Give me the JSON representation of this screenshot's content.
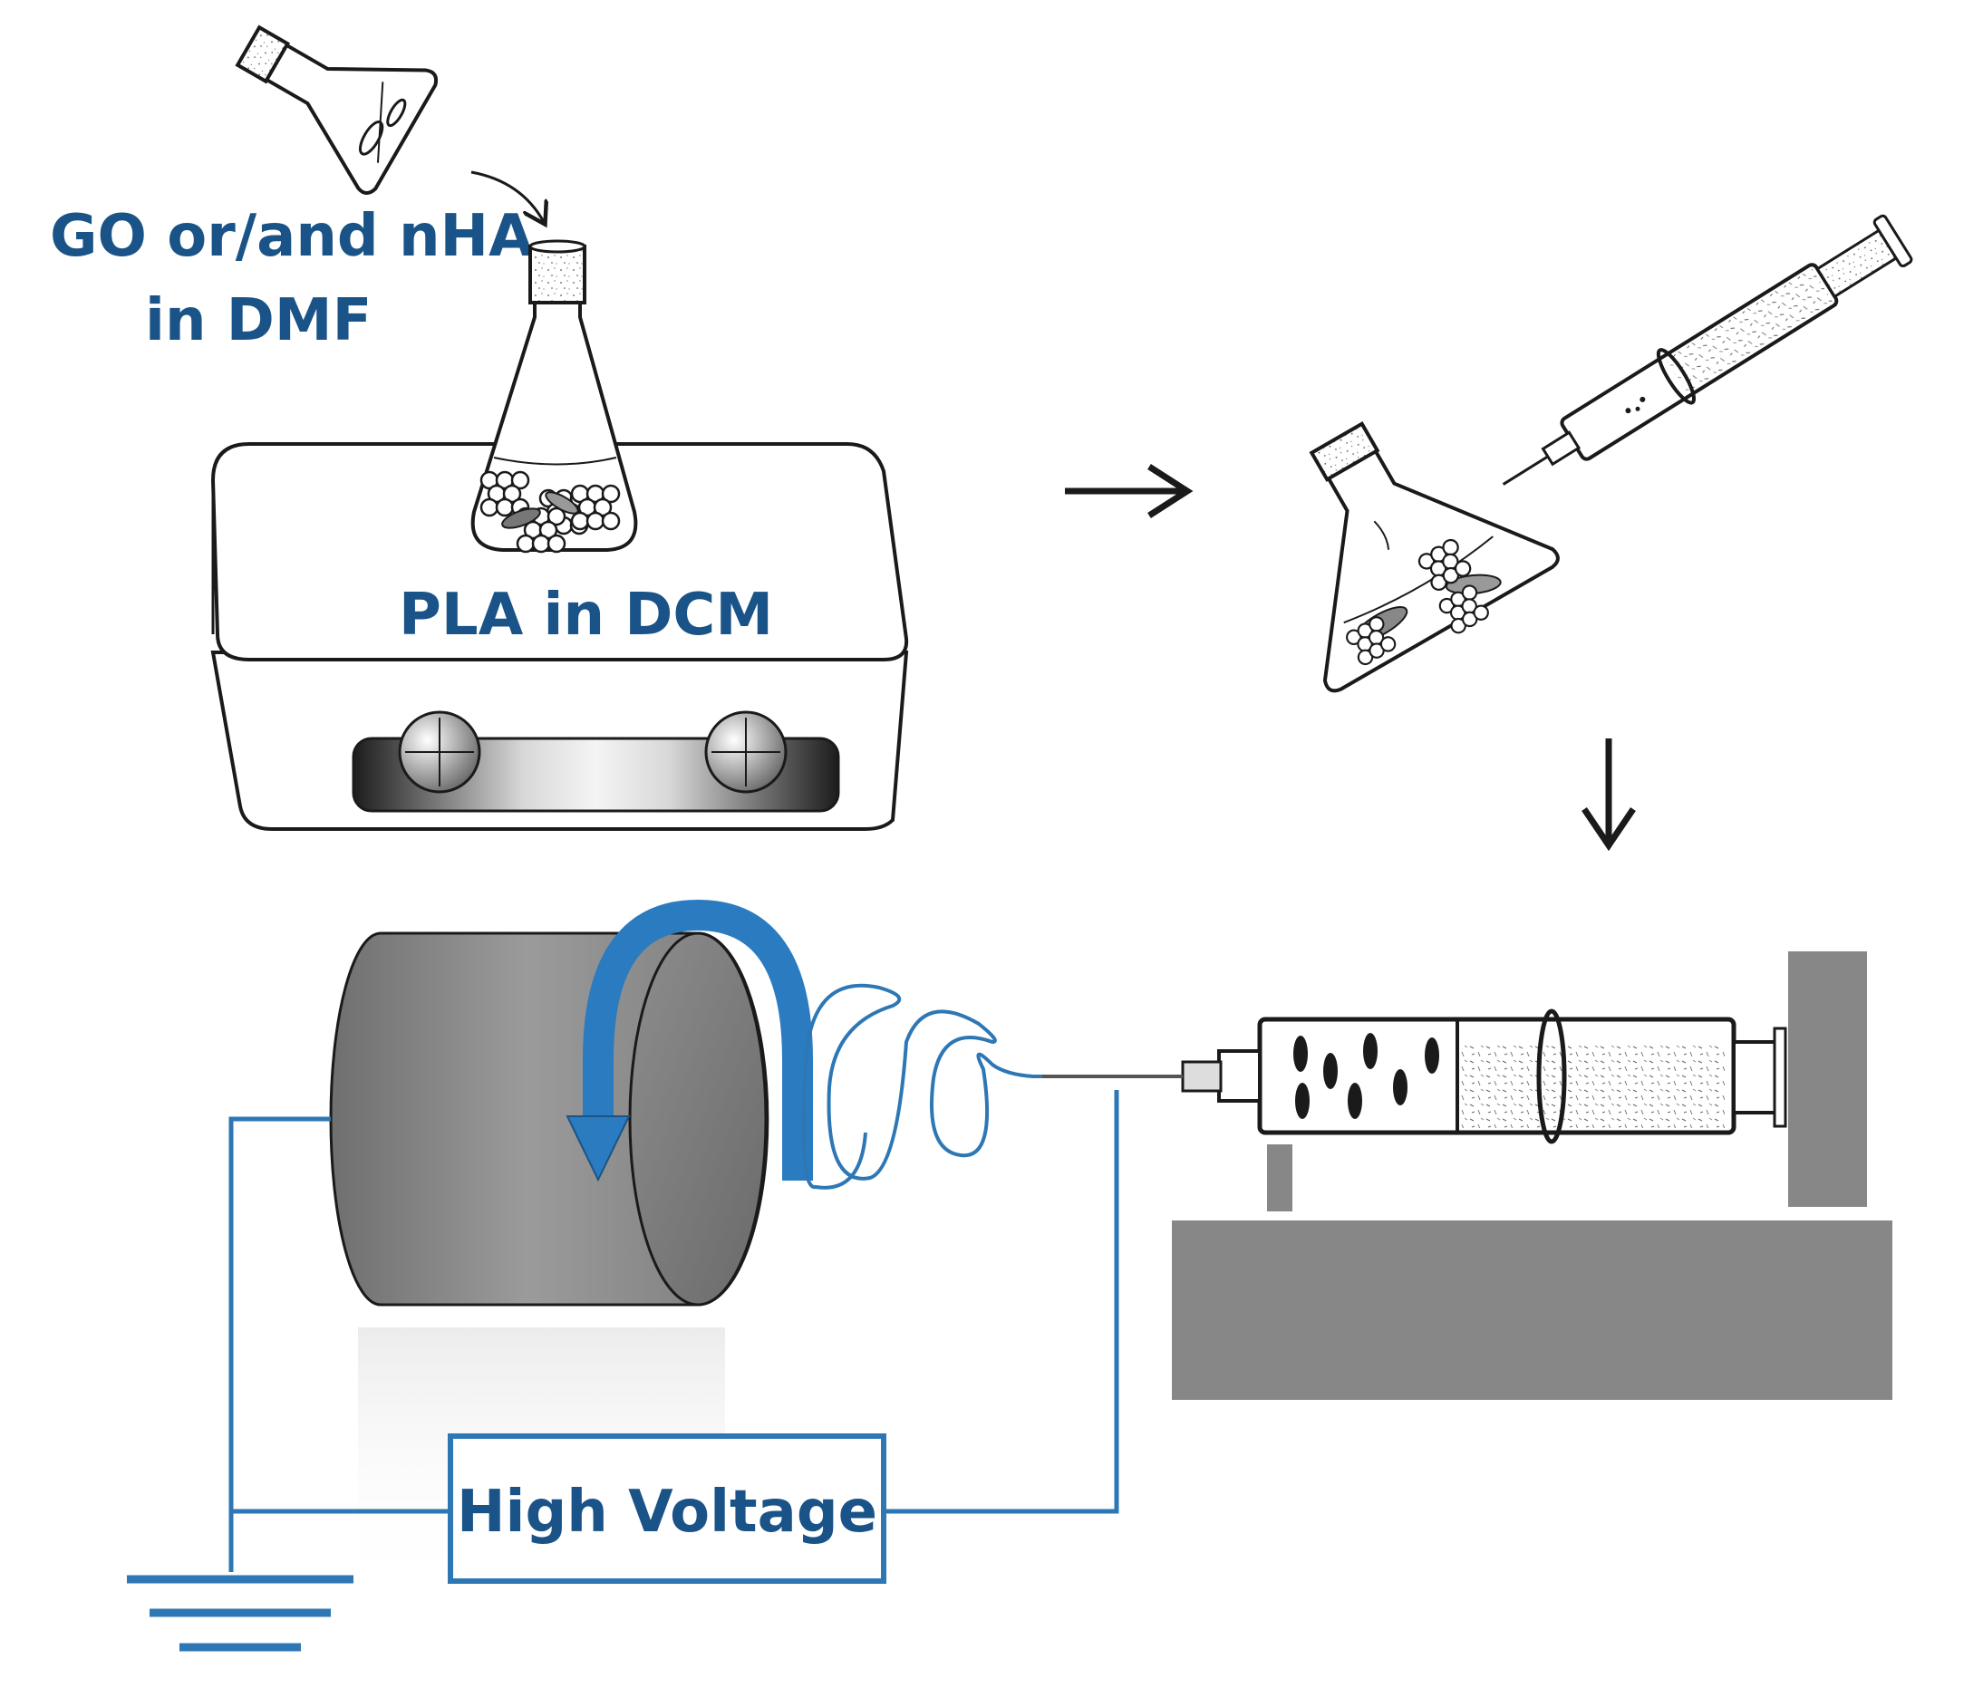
{
  "labels": {
    "additive_line1": "GO or/and nHA",
    "additive_line2": "in DMF",
    "polymer_solution": "PLA in DCM",
    "power_supply": "High Voltage"
  },
  "colors": {
    "label_blue": "#1a5387",
    "wire_blue": "#2e77b5",
    "arrow_blue": "#2a7bc0",
    "block_gray": "#878787",
    "drum_gray": "#8a8a8a",
    "ink": "#1a1a1a"
  },
  "icons": {
    "pouring_flask": "tilted-erlenmeyer-flask",
    "stir_flask": "erlenmeyer-flask",
    "stirrer": "magnetic-stirrer-hotplate",
    "loading_syringe": "syringe-drawing-from-flask",
    "pump_syringe": "syringe-on-pump",
    "collector": "rotating-drum-collector",
    "rotation": "curved-rotation-arrow",
    "ground": "ground-symbol"
  }
}
